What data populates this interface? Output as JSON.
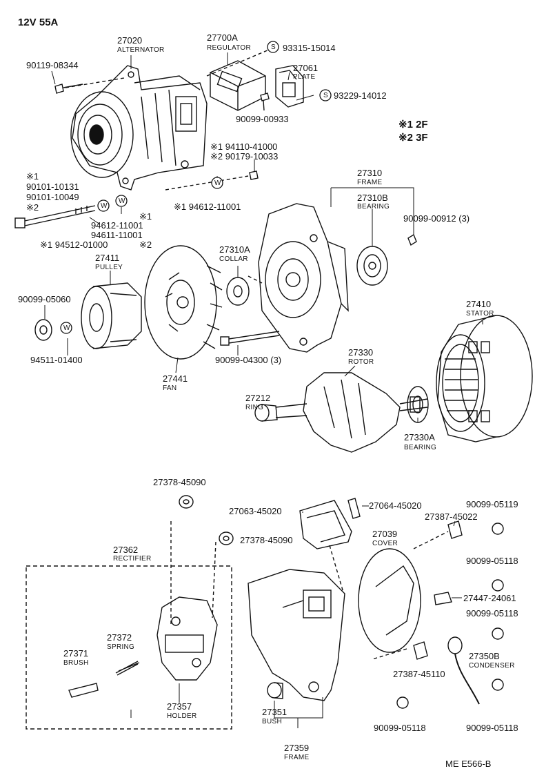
{
  "header": {
    "spec": "12V  55A"
  },
  "legend": {
    "line1": "※1  2F",
    "line2": "※2  3F"
  },
  "footer": {
    "code": "ME  E566-B"
  },
  "parts": [
    {
      "id": "p27020",
      "number": "27020",
      "name": "ALTERNATOR"
    },
    {
      "id": "p27700A",
      "number": "27700A",
      "name": "REGULATOR"
    },
    {
      "id": "p93315",
      "number": "93315-15014",
      "name": ""
    },
    {
      "id": "p27061",
      "number": "27061",
      "name": "PLATE"
    },
    {
      "id": "p93229",
      "number": "93229-14012",
      "name": ""
    },
    {
      "id": "p90119",
      "number": "90119-08344",
      "name": ""
    },
    {
      "id": "p90099_00933",
      "number": "90099-00933",
      "name": ""
    },
    {
      "id": "p94110",
      "number": "※1 94110-41000",
      "name": ""
    },
    {
      "id": "p90179",
      "number": "※2 90179-10033",
      "name": ""
    },
    {
      "id": "p90101",
      "number": "※1",
      "name": ""
    },
    {
      "id": "p90101a",
      "number": "90101-10131",
      "name": ""
    },
    {
      "id": "p90101b",
      "number": "90101-10049",
      "name": ""
    },
    {
      "id": "p90101c",
      "number": "※2",
      "name": ""
    },
    {
      "id": "p94612_top",
      "number": "※1 94612-11001",
      "name": ""
    },
    {
      "id": "p94612_mid_mark",
      "number": "※1",
      "name": ""
    },
    {
      "id": "p94612_mid",
      "number": "94612-11001",
      "name": ""
    },
    {
      "id": "p94611",
      "number": "94611-11001",
      "name": ""
    },
    {
      "id": "p94512",
      "number": "※1 94512-01000",
      "name": ""
    },
    {
      "id": "p94611_mark",
      "number": "※2",
      "name": ""
    },
    {
      "id": "p27310",
      "number": "27310",
      "name": "FRAME"
    },
    {
      "id": "p27310B",
      "number": "27310B",
      "name": "BEARING"
    },
    {
      "id": "p90099_00912",
      "number": "90099-00912 (3)",
      "name": ""
    },
    {
      "id": "p27310A",
      "number": "27310A",
      "name": "COLLAR"
    },
    {
      "id": "p27411",
      "number": "27411",
      "name": "PULLEY"
    },
    {
      "id": "p90099_05060",
      "number": "90099-05060",
      "name": ""
    },
    {
      "id": "p94511",
      "number": "94511-01400",
      "name": ""
    },
    {
      "id": "p27441",
      "number": "27441",
      "name": "FAN"
    },
    {
      "id": "p90099_04300",
      "number": "90099-04300 (3)",
      "name": ""
    },
    {
      "id": "p27410",
      "number": "27410",
      "name": "STATOR"
    },
    {
      "id": "p27330",
      "number": "27330",
      "name": "ROTOR"
    },
    {
      "id": "p27212",
      "number": "27212",
      "name": "RING"
    },
    {
      "id": "p27330A",
      "number": "27330A",
      "name": "BEARING"
    },
    {
      "id": "p27378a",
      "number": "27378-45090",
      "name": ""
    },
    {
      "id": "p27063",
      "number": "27063-45020",
      "name": ""
    },
    {
      "id": "p27064",
      "number": "27064-45020",
      "name": ""
    },
    {
      "id": "p90099_05119",
      "number": "90099-05119",
      "name": ""
    },
    {
      "id": "p27387a",
      "number": "27387-45022",
      "name": ""
    },
    {
      "id": "p27378b",
      "number": "27378-45090",
      "name": ""
    },
    {
      "id": "p27362",
      "number": "27362",
      "name": "RECTIFIER"
    },
    {
      "id": "p27039",
      "number": "27039",
      "name": "COVER"
    },
    {
      "id": "p90099_05118a",
      "number": "90099-05118",
      "name": ""
    },
    {
      "id": "p27447",
      "number": "27447-24061",
      "name": ""
    },
    {
      "id": "p90099_05118b",
      "number": "90099-05118",
      "name": ""
    },
    {
      "id": "p27372",
      "number": "27372",
      "name": "SPRING"
    },
    {
      "id": "p27371",
      "number": "27371",
      "name": "BRUSH"
    },
    {
      "id": "p27350B",
      "number": "27350B",
      "name": "CONDENSER"
    },
    {
      "id": "p27387b",
      "number": "27387-45110",
      "name": ""
    },
    {
      "id": "p27357",
      "number": "27357",
      "name": "HOLDER"
    },
    {
      "id": "p27351",
      "number": "27351",
      "name": "BUSH"
    },
    {
      "id": "p90099_05118c",
      "number": "90099-05118",
      "name": ""
    },
    {
      "id": "p90099_05118d",
      "number": "90099-05118",
      "name": ""
    },
    {
      "id": "p27359",
      "number": "27359",
      "name": "FRAME"
    }
  ],
  "washer_marks": {
    "w": "W",
    "s": "S"
  }
}
